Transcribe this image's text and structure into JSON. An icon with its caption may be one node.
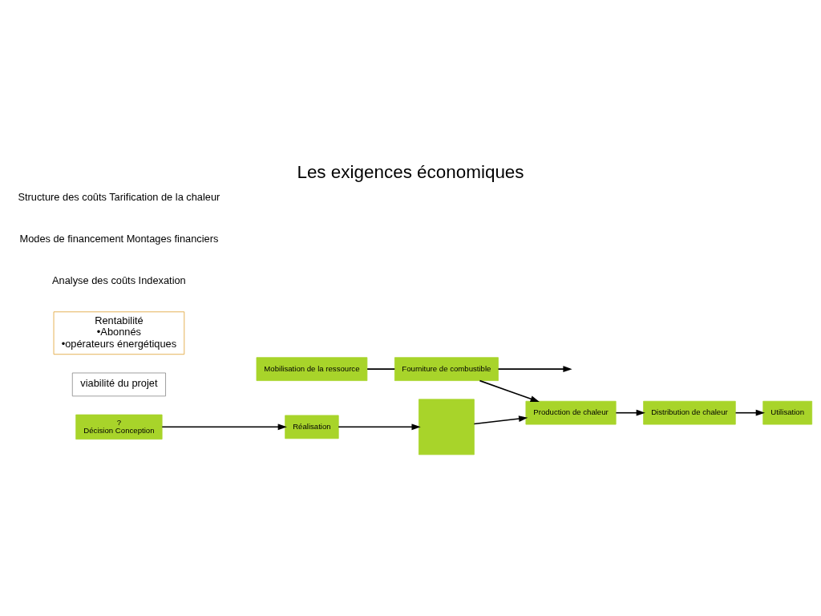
{
  "diagram": {
    "title": "Les exigences économiques",
    "nodes": [
      {
        "text": [
          "Mobilisation de la ressource"
        ]
      },
      {
        "text": [
          "Fourniture de combustible"
        ]
      },
      {
        "text": [
          "?",
          "Décision Conception"
        ]
      },
      {
        "text": [
          "Réalisation"
        ]
      },
      {
        "text": [],
        "shape": "box"
      },
      {
        "text": [
          "Production de chaleur"
        ]
      },
      {
        "text": [
          "Distribution de chaleur"
        ]
      },
      {
        "text": [
          "Utilisation"
        ]
      },
      {
        "text": [
          "viabilité du projet"
        ]
      },
      {
        "text": [
          "Rentabilité",
          "•Abonnés",
          "•opérateurs énergétiques"
        ]
      }
    ],
    "edges": [
      {
        "from": 0,
        "to": 1,
        "arrow": "none"
      },
      {
        "from": 1,
        "to": null,
        "arrow": "to"
      },
      {
        "from": 1,
        "to": 5,
        "arrow": "to"
      },
      {
        "from": 2,
        "to": 3,
        "arrow": "to"
      },
      {
        "from": 3,
        "to": 4,
        "arrow": "to"
      },
      {
        "from": 4,
        "to": 5,
        "arrow": "to"
      },
      {
        "from": 5,
        "to": 6,
        "arrow": "to"
      },
      {
        "from": 6,
        "to": 7,
        "arrow": "to"
      }
    ],
    "labels": [
      "Analyse des coûts Indexation",
      "Modes de financement Montages financiers",
      "Structure des coûts Tarification de la chaleur"
    ]
  }
}
